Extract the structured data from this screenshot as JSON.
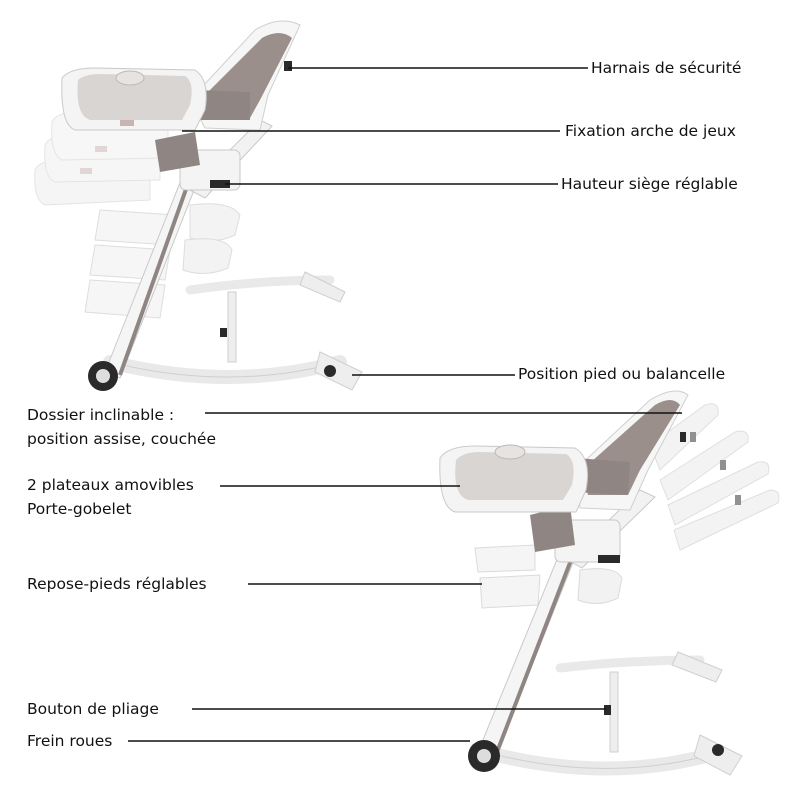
{
  "colors": {
    "frame": "#f4f4f4",
    "frame_edge": "#c9c9c9",
    "seat": "#8f8683",
    "seat_light": "#b3aba7",
    "tray": "#d9d5d2",
    "wheel": "#2a2a2a",
    "line": "#111111"
  },
  "labels": {
    "harness": "Harnais de sécurité",
    "play_arch": "Fixation arche de jeux",
    "seat_height": "Hauteur siège réglable",
    "foot_rocker": "Position pied ou balancelle",
    "recline_line1": "Dossier inclinable :",
    "recline_line2": "position assise, couchée",
    "trays_line1": "2 plateaux amovibles",
    "trays_line2": "Porte-gobelet",
    "footrest": "Repose-pieds réglables",
    "fold_button": "Bouton de pliage",
    "wheel_brake": "Frein roues"
  }
}
